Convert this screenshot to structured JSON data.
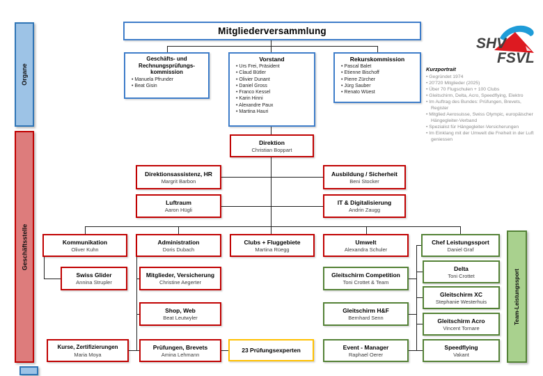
{
  "colors": {
    "blue_border": "#3D7CC9",
    "blue_fill": "#9DC3E6",
    "red_border": "#C00000",
    "red_fill": "#DD7C7C",
    "green_border": "#538135",
    "green_fill": "#A9D18E",
    "yellow_border": "#FFC000",
    "connector": "#1f1f1f",
    "text_gray": "#8a8a8a"
  },
  "legend_bars": {
    "organe": "Organe",
    "geschaeftsstelle": "Geschäftsstelle",
    "team_leistungssport": "Team-Leistungssport"
  },
  "logo": {
    "top": "SHV",
    "bottom": "FSVL"
  },
  "kurzportrait": {
    "title": "Kurzportrait",
    "items": [
      "Gegründet 1974",
      "20'720 Mitglieder (2025)",
      "Über 70 Flugschulen + 100 Clubs",
      "Gleitschirm, Delta, Acro, Speedflying, Elektro",
      "Im Auftrag des Bundes: Prüfungen, Brevets, Register",
      "Mitglied Aerosuisse, Swiss Olympic, europäischer Hängegleiter-Verband",
      "Spezialist für Hängegleiter-Versicherungen",
      "Im Einklang mit der Umwelt die Freiheit in der Luft geniessen"
    ]
  },
  "org": {
    "mitgliederversammlung": {
      "title": "Mitgliederversammlung"
    },
    "gpk": {
      "title": "Geschäfts- und Rechnungsprüfungs-kommission",
      "members": [
        "Manuela Pfrunder",
        "Beat Gisin"
      ]
    },
    "vorstand": {
      "title": "Vorstand",
      "members": [
        "Urs Frei, Präsident",
        "Claud Bütler",
        "Olivier Dunant",
        "Daniel Gross",
        "Franco Kessel",
        "Karin Hinni",
        "Alexandre Paux",
        "Martina Hauri"
      ]
    },
    "rekurskommission": {
      "title": "Rekurskommission",
      "members": [
        "Pascal Balet",
        "Etienne Bischoff",
        "Pierre Zürcher",
        "Jürg Sauber",
        "Renato Wüest"
      ]
    },
    "direktion": {
      "title": "Direktion",
      "name": "Christian Boppart"
    },
    "direktionsassistenz": {
      "title": "Direktionsassistenz, HR",
      "name": "Margrit Barbon"
    },
    "ausbildung": {
      "title": "Ausbildung / Sicherheit",
      "name": "Beni Stocker"
    },
    "luftraum": {
      "title": "Luftraum",
      "name": "Aaron Hügli"
    },
    "it_digitalisierung": {
      "title": "IT & Digitalisierung",
      "name": "Andrin Zaugg"
    },
    "kommunikation": {
      "title": "Kommunikation",
      "name": "Oliver Kuhn"
    },
    "administration": {
      "title": "Administration",
      "name": "Doris Dubach"
    },
    "clubs_fluggebiete": {
      "title": "Clubs + Fluggebiete",
      "name": "Martina Rüegg"
    },
    "umwelt": {
      "title": "Umwelt",
      "name": "Alexandra Schuler"
    },
    "chef_leistungssport": {
      "title": "Chef Leistungssport",
      "name": "Daniel Graf"
    },
    "swiss_glider": {
      "title": "Swiss Glider",
      "name": "Annina Strupler"
    },
    "mitglieder_versicherung": {
      "title": "Mitglieder, Versicherung",
      "name": "Christine Aegerter"
    },
    "shop_web": {
      "title": "Shop, Web",
      "name": "Beat Leutwyler"
    },
    "kurse_zertifizierungen": {
      "title": "Kurse, Zertifizierungen",
      "name": "Maria Moya"
    },
    "pruefungen_brevets": {
      "title": "Prüfungen, Brevets",
      "name": "Amina Lehmann"
    },
    "pruefungsexperten": {
      "title": "23 Prüfungsexperten"
    },
    "gleitschirm_competition": {
      "title": "Gleitschirm Competition",
      "name": "Toni Crottet & Team"
    },
    "gleitschirm_hf": {
      "title": "Gleitschirm H&F",
      "name": "Bernhard Senn"
    },
    "event_manager": {
      "title": "Event - Manager",
      "name": "Raphael Oerer"
    },
    "delta": {
      "title": "Delta",
      "name": "Toni Crottet"
    },
    "gleitschirm_xc": {
      "title": "Gleitschirm XC",
      "name": "Stephanie Westerhuis"
    },
    "gleitschirm_acro": {
      "title": "Gleitschirm Acro",
      "name": "Vincent Tornare"
    },
    "speedflying": {
      "title": "Speedflying",
      "name": "Vakant"
    }
  }
}
